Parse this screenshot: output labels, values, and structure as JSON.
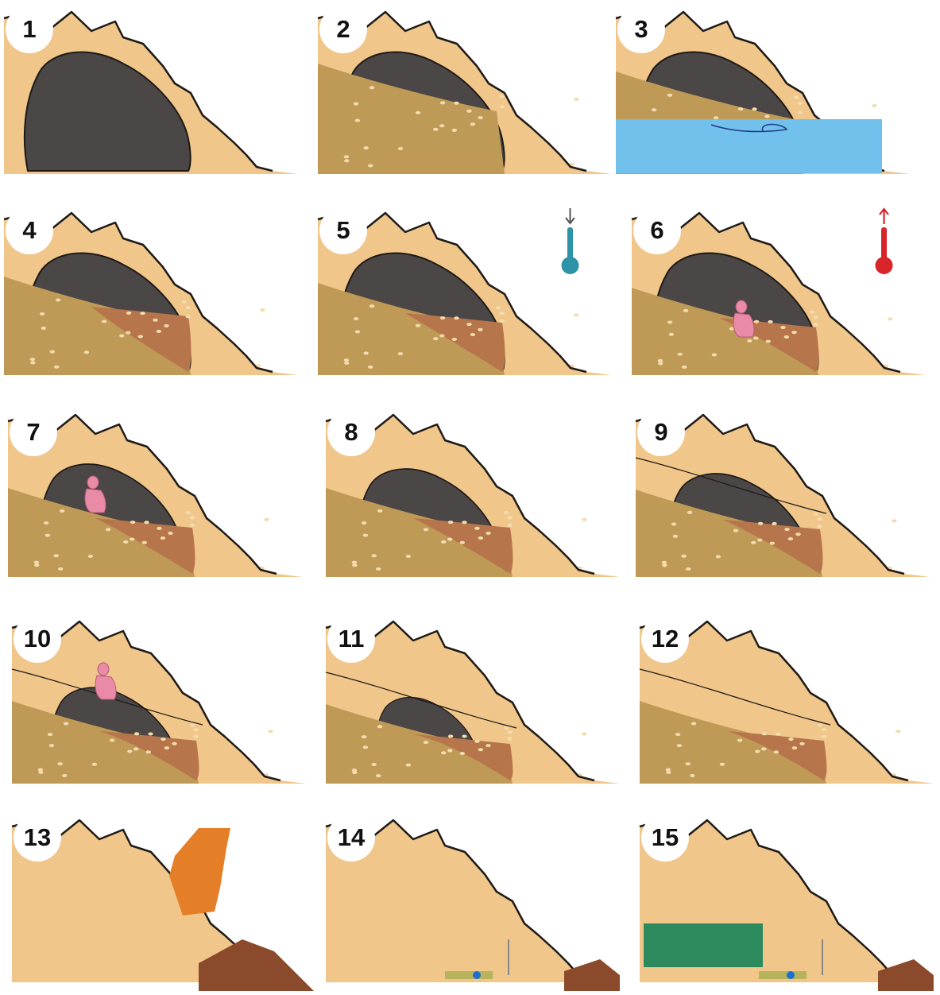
{
  "stage_labels": [
    "1",
    "2",
    "3",
    "4",
    "5",
    "6",
    "7",
    "8",
    "9",
    "10",
    "11",
    "12",
    "13",
    "14",
    "15"
  ],
  "icons": {
    "thermometer_cold": "thermometer-down-icon",
    "thermometer_warm": "thermometer-up-icon",
    "hominin": "hominin-figure-icon",
    "excavator_bucket": "excavator-bucket-icon"
  },
  "colors": {
    "bedrock": "#f0c68a",
    "cave_void": "#4b4747",
    "sediment": "#bf9a56",
    "reddish_layer": "#b7754b",
    "water": "#72c0ec",
    "cold": "#2c93a8",
    "warm": "#d9252a",
    "figure": "#e98aa6",
    "excavator": "#e47e27",
    "spoil": "#8b4a2c",
    "wall": "#2d8a5d",
    "outline": "#1d1a17"
  }
}
